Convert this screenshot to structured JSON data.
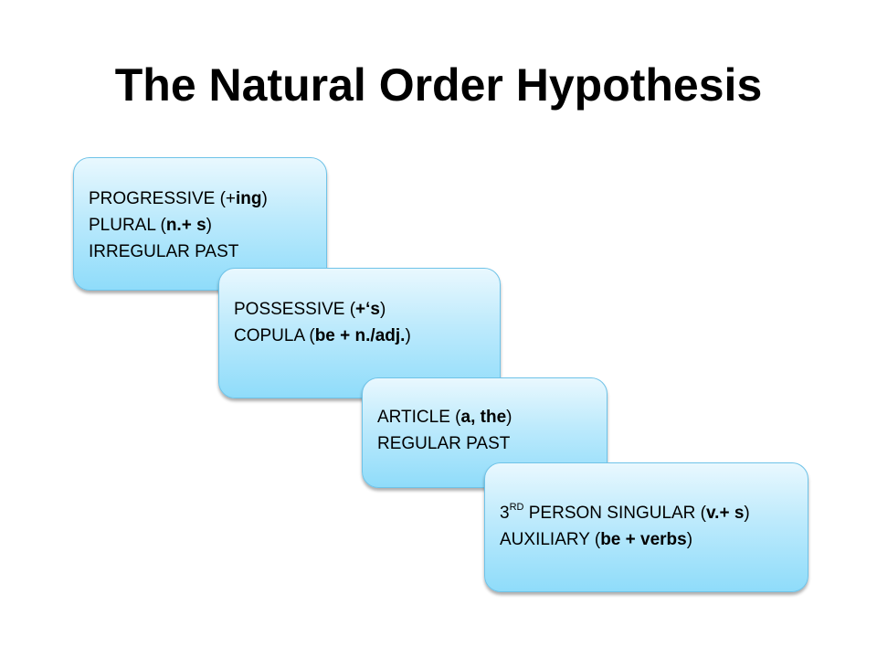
{
  "slide": {
    "title": "The Natural Order Hypothesis"
  },
  "stages": [
    {
      "lines": [
        {
          "before": "PROGRESSIVE (+",
          "bold": "ing",
          "after": ")"
        },
        {
          "before": "PLURAL (",
          "bold": "n.+ s",
          "after": ")"
        },
        {
          "text": "IRREGULAR PAST"
        }
      ]
    },
    {
      "lines": [
        {
          "before": "POSSESSIVE (",
          "bold": "+‘s",
          "after": ")"
        },
        {
          "before": "COPULA (",
          "bold": "be + n./adj.",
          "after": ")"
        }
      ]
    },
    {
      "lines": [
        {
          "before": "ARTICLE (",
          "bold": "a, the",
          "after": ")"
        },
        {
          "text": "REGULAR PAST"
        }
      ]
    },
    {
      "lines": [
        {
          "num": "3",
          "sup": "RD",
          "before": " PERSON SINGULAR (",
          "bold": "v.+ s",
          "after": ")"
        },
        {
          "before": "AUXILIARY (",
          "bold": "be + verbs",
          "after": ")"
        }
      ]
    }
  ],
  "colors": {
    "box_top": "#e9f8fe",
    "box_mid": "#bdeafc",
    "box_bottom": "#8fdcfa",
    "box_border": "#6fc3e8",
    "text": "#000000",
    "background": "#ffffff"
  }
}
